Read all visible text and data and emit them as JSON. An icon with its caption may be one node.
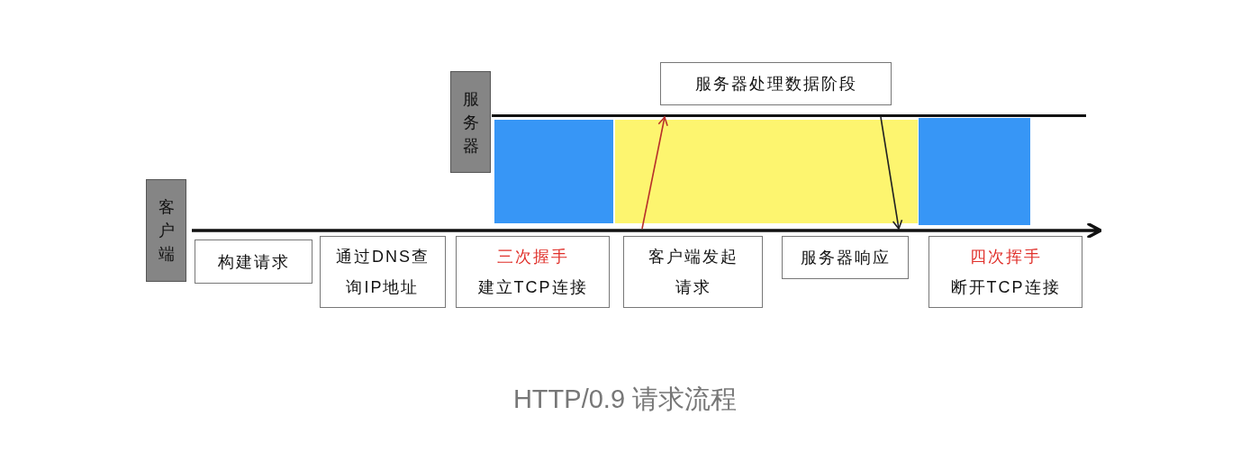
{
  "diagram": {
    "caption": "HTTP/0.9 请求流程",
    "nodes": [
      {
        "text": [
          "服务器"
        ]
      },
      {
        "text": [
          "服务器处理数据阶段"
        ]
      },
      {
        "text": [],
        "shape": "line"
      },
      {
        "text": [
          "客户端"
        ]
      },
      {
        "text": [],
        "shape": "arrow"
      },
      {
        "text": [
          "构建请求"
        ]
      },
      {
        "text": [
          "通过DNS查询IP地址"
        ]
      },
      {
        "text": [
          "三次握手",
          "建立TCP连接"
        ]
      },
      {
        "text": [
          "客户端发起请求"
        ]
      },
      {
        "text": [
          "服务器响应"
        ]
      },
      {
        "text": [
          "四次挥手",
          "断开TCP连接"
        ]
      }
    ],
    "edges": [
      {
        "from": 4,
        "to": 2,
        "arrow": "to",
        "color": "#b8302a"
      },
      {
        "from": 2,
        "to": 4,
        "arrow": "to",
        "color": "#222222"
      }
    ]
  }
}
